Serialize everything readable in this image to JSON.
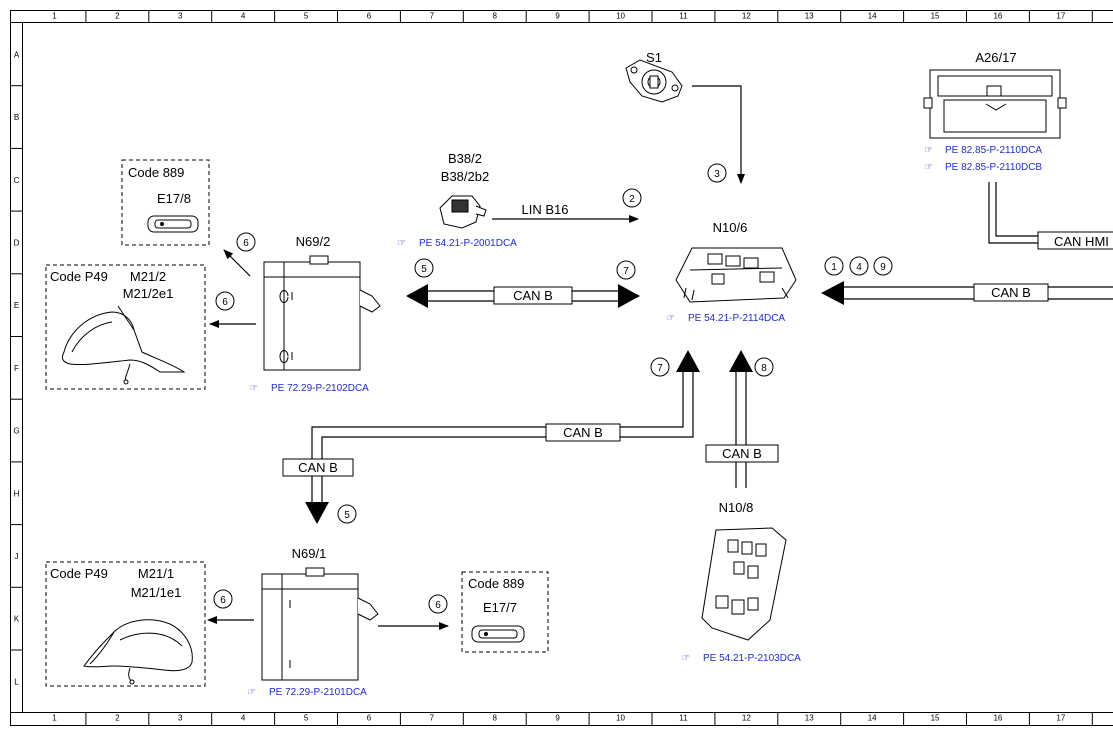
{
  "grid": {
    "columns": [
      "1",
      "2",
      "3",
      "4",
      "5",
      "6",
      "7",
      "8",
      "9",
      "10",
      "11",
      "12",
      "13",
      "14",
      "15",
      "16",
      "17"
    ],
    "rows": [
      "A",
      "B",
      "C",
      "D",
      "E",
      "F",
      "G",
      "H",
      "J",
      "K",
      "L"
    ]
  },
  "components": {
    "s1": "S1",
    "a26_17": "A26/17",
    "b38_2": "B38/2",
    "b38_2b2": "B38/2b2",
    "n10_6": "N10/6",
    "n69_2": "N69/2",
    "n69_1": "N69/1",
    "n10_8": "N10/8",
    "e17_8": "E17/8",
    "e17_7": "E17/7",
    "m21_2": "M21/2",
    "m21_2e1": "M21/2e1",
    "m21_1": "M21/1",
    "m21_1e1": "M21/1e1"
  },
  "codes": {
    "code_889_top": "Code 889",
    "code_p49_top": "Code P49",
    "code_p49_bottom": "Code P49",
    "code_889_bottom": "Code 889"
  },
  "refs": {
    "a26_17_a": "PE 82.85-P-2110DCA",
    "a26_17_b": "PE 82.85-P-2110DCB",
    "b38_2": "PE 54.21-P-2001DCA",
    "n10_6": "PE 54.21-P-2114DCA",
    "n69_2": "PE 72.29-P-2102DCA",
    "n69_1": "PE 72.29-P-2101DCA",
    "n10_8": "PE 54.21-P-2103DCA"
  },
  "buses": {
    "lin_b16": "LIN B16",
    "can_b_top": "CAN B",
    "can_b_right": "CAN B",
    "can_hmi": "CAN HMI",
    "can_b_middle": "CAN B",
    "can_b_left": "CAN B",
    "can_b_n10_8": "CAN B"
  },
  "signals": {
    "s1_to_n10_6": "3",
    "b38_2_to_n10_6": "2",
    "can_b_top_left": "5",
    "can_b_top_right": "7",
    "right_1": "1",
    "right_4": "4",
    "right_9": "9",
    "n69_2_to_e17_8": "6",
    "n69_2_to_m21_2": "6",
    "middle_up": "7",
    "n10_8_up": "8",
    "down_to_n69_1": "5",
    "n69_1_to_m21_1": "6",
    "n69_1_to_e17_7": "6"
  }
}
